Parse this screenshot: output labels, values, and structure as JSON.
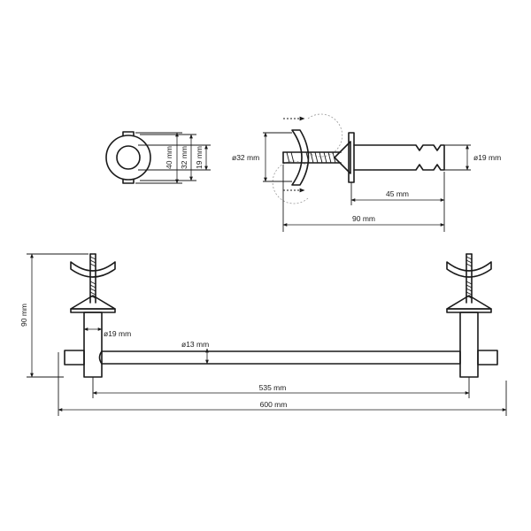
{
  "colors": {
    "ink": "#1a1a1a",
    "ghost": "#9a9a9a",
    "background": "#ffffff"
  },
  "labels": {
    "d40": "40 mm",
    "d32_vertical": "32 mm",
    "d19_vertical": "19 mm",
    "d32_dia": "ø32 mm",
    "d19_dia_side": "ø19 mm",
    "d45": "45 mm",
    "d90_side": "90 mm",
    "d90_front": "90 mm",
    "d19_dia_front": "ø19 mm",
    "d13_dia": "ø13 mm",
    "d535": "535 mm",
    "d600": "600 mm"
  }
}
